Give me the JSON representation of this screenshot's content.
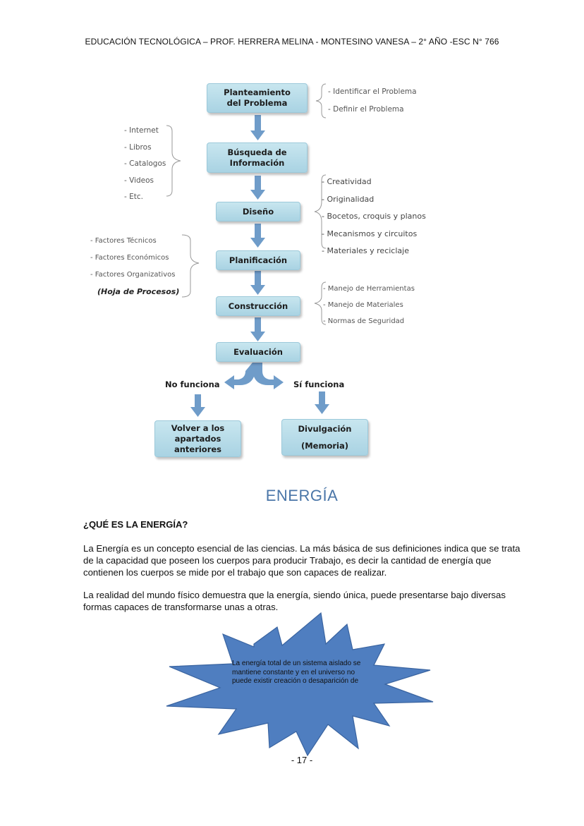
{
  "header": "EDUCACIÓN TECNOLÓGICA – PROF.  HERRERA MELINA - MONTESINO VANESA – 2°  AÑO  -ESC N° 766",
  "flow": {
    "step1": "Planteamiento\ndel Problema",
    "step2": "Búsqueda de\nInformación",
    "step3": "Diseño",
    "step4": "Planificación",
    "step5": "Construcción",
    "step6": "Evaluación",
    "no_label": "No funciona",
    "yes_label": "Sí funciona",
    "no_result": "Volver a los\napartados\nanteriores",
    "yes_result": "Divulgación\n(Memoria)",
    "step1_notes": [
      "- Identificar el Problema",
      "- Definir el Problema"
    ],
    "step2_notes": [
      "- Internet",
      "- Libros",
      "- Catalogos",
      "- Videos",
      "- Etc."
    ],
    "step3_notes": [
      "- Creatividad",
      "- Originalidad",
      "- Bocetos, croquis y planos",
      "- Mecanismos y circuitos",
      "- Materiales y reciclaje"
    ],
    "step4_notes": [
      "- Factores Técnicos",
      "- Factores Económicos",
      "- Factores Organizativos"
    ],
    "step4_extra": "(Hoja de Procesos)",
    "step5_notes": [
      "- Manejo de Herramientas",
      "- Manejo de Materiales",
      "- Normas de Seguridad"
    ]
  },
  "section_title": "ENERGÍA",
  "question": "¿QUÉ ES LA ENERGÍA?",
  "para1": "La Energía es un concepto esencial de las ciencias. La más básica de sus definiciones indica que se trata de la capacidad que poseen los cuerpos para producir Trabajo, es decir la cantidad de energía que contienen los cuerpos se mide por el trabajo que son capaces de realizar.",
  "para2": "La realidad del mundo físico demuestra que la energía, siendo única, puede presentarse bajo diversas formas capaces de transformarse unas a otras.",
  "star_text": "La energía total de un sistema aislado se mantiene constante y en el universo no puede existir creación o desaparición de",
  "page_number": "- 17 -",
  "colors": {
    "box": "#b4dae8",
    "arrow": "#6f9cc9",
    "star": "#4f7ec0",
    "title": "#4a76a8"
  }
}
